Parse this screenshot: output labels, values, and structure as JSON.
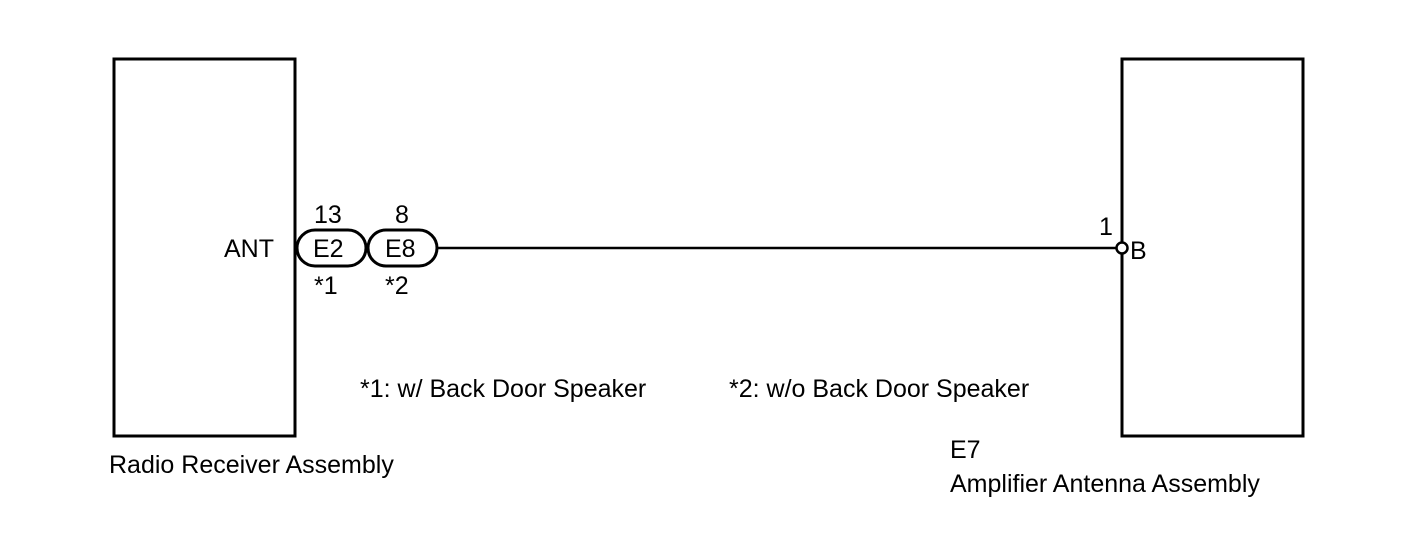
{
  "components": {
    "left": {
      "name": "Radio Receiver Assembly",
      "terminal": "ANT"
    },
    "right": {
      "connector": "E7",
      "name": "Amplifier Antenna Assembly",
      "terminal": "B",
      "pin": "1"
    }
  },
  "connectors": [
    {
      "id": "E2",
      "pin": "13",
      "note": "*1"
    },
    {
      "id": "E8",
      "pin": "8",
      "note": "*2"
    }
  ],
  "notes": [
    "*1: w/ Back Door Speaker",
    "*2: w/o Back Door Speaker"
  ],
  "colors": {
    "line": "#000000",
    "background": "#ffffff"
  }
}
